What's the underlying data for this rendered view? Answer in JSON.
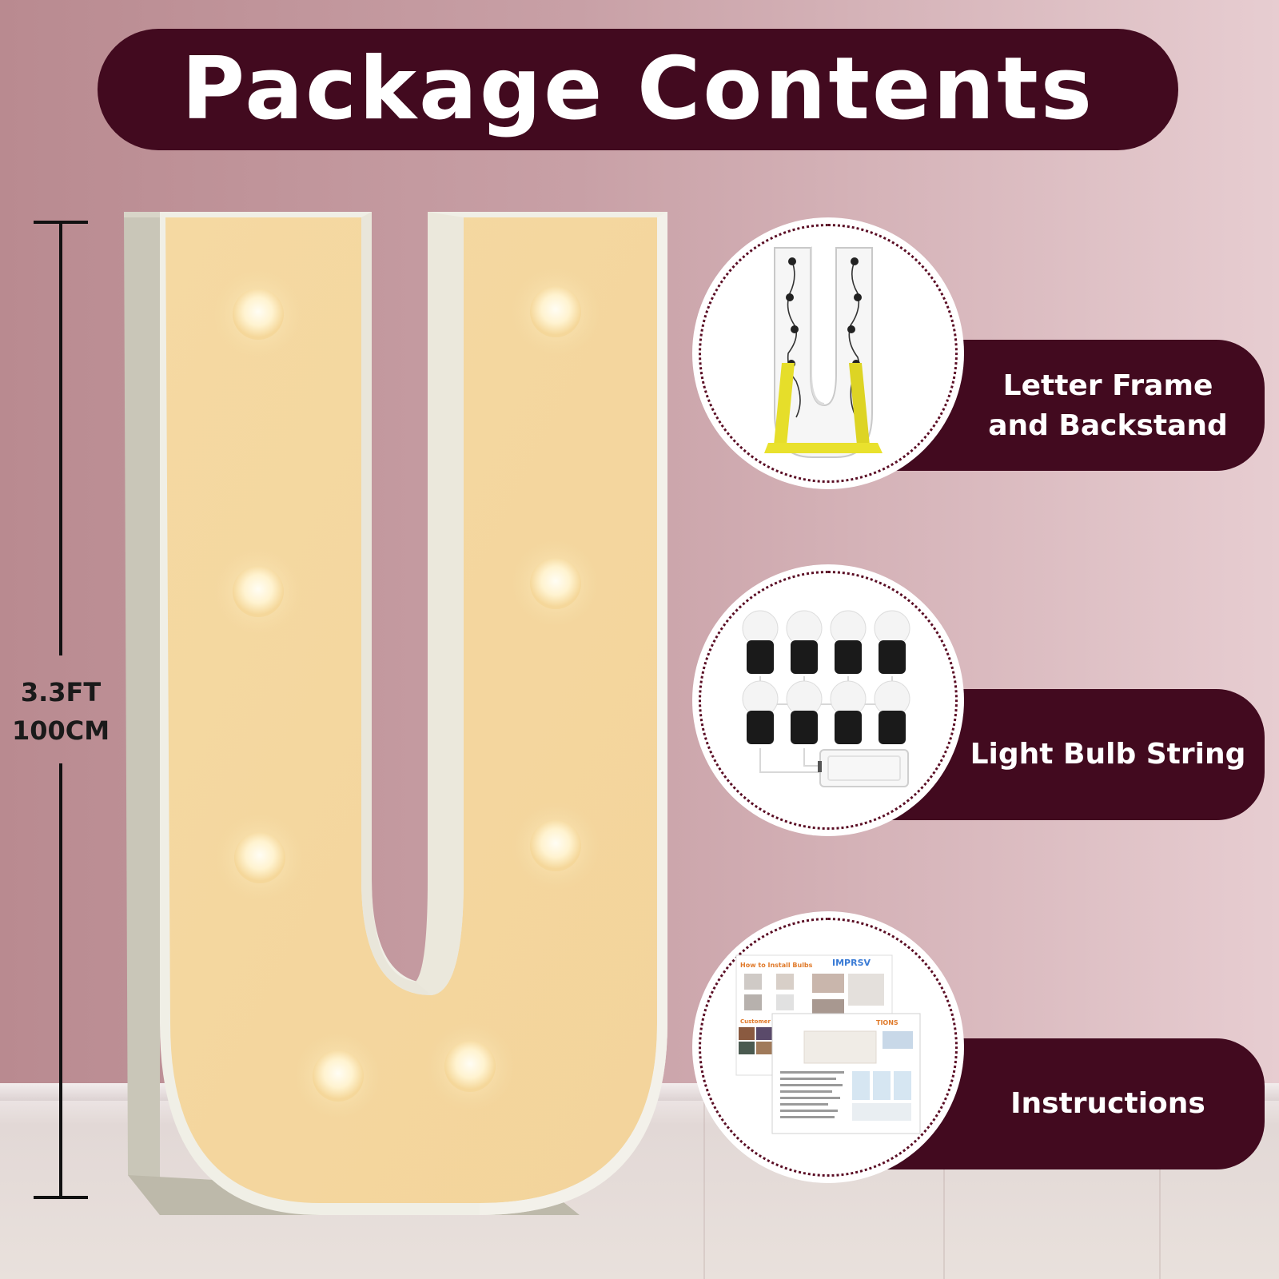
{
  "title": "Package Contents",
  "dimension": {
    "feet": "3.3FT",
    "cm": "100CM"
  },
  "items": [
    {
      "label_line1": "Letter Frame",
      "label_line2": "and Backstand",
      "icon": "letter-frame-image"
    },
    {
      "label_line1": "Light Bulb String",
      "label_line2": "",
      "icon": "light-bulb-string-image"
    },
    {
      "label_line1": "Instructions",
      "label_line2": "",
      "icon": "instructions-image"
    }
  ],
  "instructions_sheet": {
    "brand": "IMPRSV",
    "heading1": "How to Install Bulbs",
    "heading2": "Customer Showcases",
    "heading3": "TIONS"
  },
  "colors": {
    "banner": "#420a1f",
    "wall_left": "#b98a90",
    "wall_right": "#e7cdd1",
    "letter_face": "#f6dfaa",
    "bulb": "#fff6df"
  }
}
